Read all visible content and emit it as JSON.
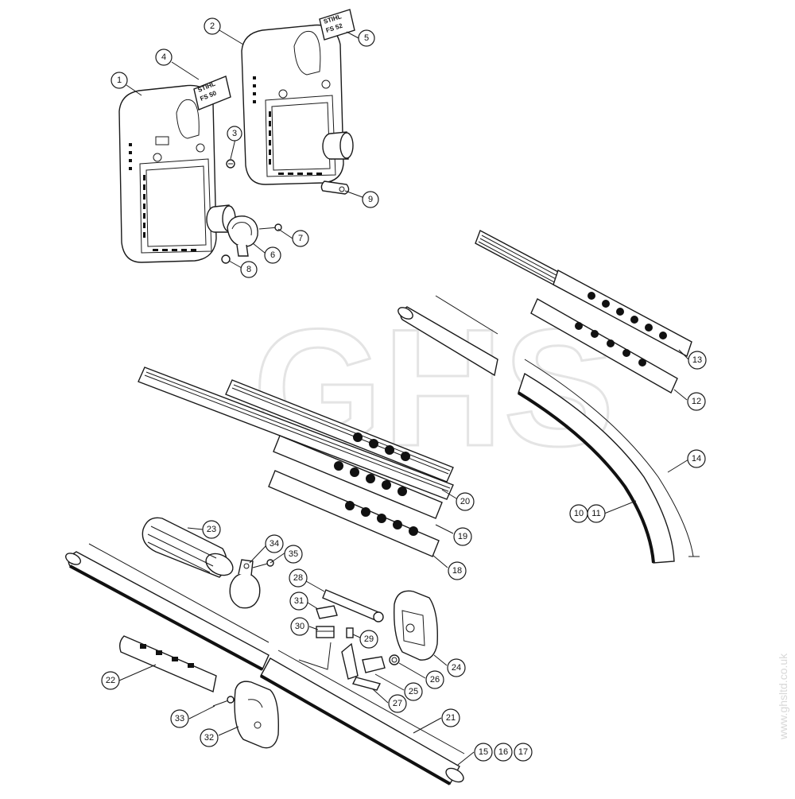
{
  "watermark": {
    "text": "GHS",
    "corner_text": "www.ghsltd.co.uk"
  },
  "housing_label_left": {
    "line1": "STIHL",
    "line2": "FS 50"
  },
  "housing_label_right": {
    "line1": "STIHL",
    "line2": "FS 52"
  },
  "callouts": [
    {
      "id": "c1",
      "label": "1"
    },
    {
      "id": "c2",
      "label": "2"
    },
    {
      "id": "c3",
      "label": "3"
    },
    {
      "id": "c4",
      "label": "4"
    },
    {
      "id": "c5",
      "label": "5"
    },
    {
      "id": "c6",
      "label": "6"
    },
    {
      "id": "c7",
      "label": "7"
    },
    {
      "id": "c8",
      "label": "8"
    },
    {
      "id": "c9",
      "label": "9"
    },
    {
      "id": "c10",
      "label": "10"
    },
    {
      "id": "c11",
      "label": "11"
    },
    {
      "id": "c12",
      "label": "12"
    },
    {
      "id": "c13",
      "label": "13"
    },
    {
      "id": "c14",
      "label": "14"
    },
    {
      "id": "c15",
      "label": "15"
    },
    {
      "id": "c16",
      "label": "16"
    },
    {
      "id": "c17",
      "label": "17"
    },
    {
      "id": "c18",
      "label": "18"
    },
    {
      "id": "c19",
      "label": "19"
    },
    {
      "id": "c20",
      "label": "20"
    },
    {
      "id": "c21",
      "label": "21"
    },
    {
      "id": "c22",
      "label": "22"
    },
    {
      "id": "c23",
      "label": "23"
    },
    {
      "id": "c24",
      "label": "24"
    },
    {
      "id": "c25",
      "label": "25"
    },
    {
      "id": "c26",
      "label": "26"
    },
    {
      "id": "c27",
      "label": "27"
    },
    {
      "id": "c28",
      "label": "28"
    },
    {
      "id": "c29",
      "label": "29"
    },
    {
      "id": "c30",
      "label": "30"
    },
    {
      "id": "c31",
      "label": "31"
    },
    {
      "id": "c32",
      "label": "32"
    },
    {
      "id": "c33",
      "label": "33"
    },
    {
      "id": "c34",
      "label": "34"
    },
    {
      "id": "c35",
      "label": "35"
    }
  ]
}
